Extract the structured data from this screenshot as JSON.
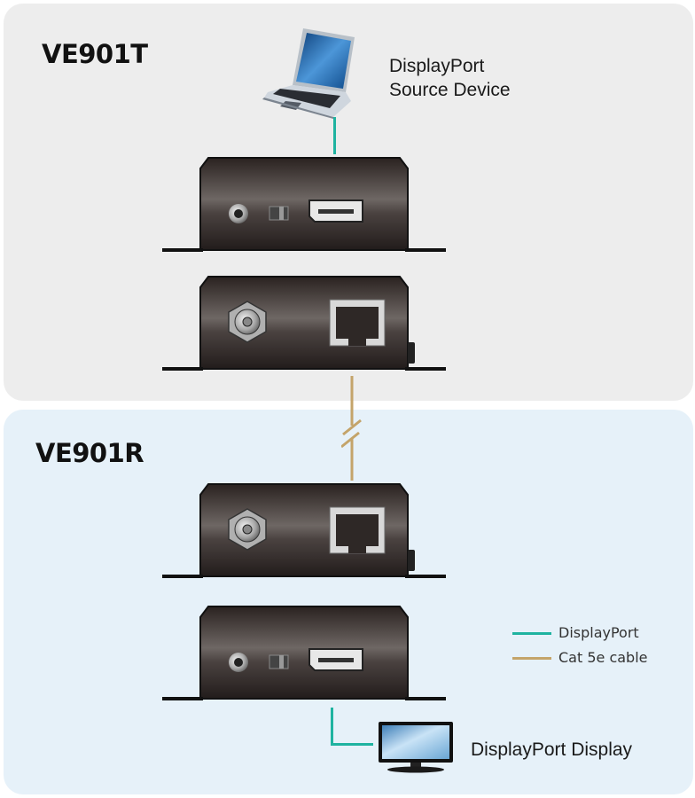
{
  "transmitter": {
    "model": "VE901T",
    "source_label_line1": "DisplayPort",
    "source_label_line2": "Source Device",
    "source_device_icon": "laptop-icon",
    "units": [
      {
        "name": "front-panel",
        "ports": [
          "power-jack",
          "mode-switch",
          "displayport-port"
        ]
      },
      {
        "name": "rear-panel",
        "ports": [
          "dc-power-connector",
          "rj45-port",
          "grounding-screw"
        ]
      }
    ]
  },
  "receiver": {
    "model": "VE901R",
    "display_label": "DisplayPort Display",
    "display_icon": "monitor-icon",
    "units": [
      {
        "name": "rear-panel",
        "ports": [
          "dc-power-connector",
          "rj45-port",
          "grounding-screw"
        ]
      },
      {
        "name": "front-panel",
        "ports": [
          "power-jack",
          "mode-switch",
          "displayport-port"
        ]
      }
    ]
  },
  "legend": {
    "items": [
      {
        "label": "DisplayPort",
        "color": "#1fb3a0"
      },
      {
        "label": "Cat 5e cable",
        "color": "#c4a46a"
      }
    ]
  },
  "colors": {
    "tx_panel": "#ededed",
    "rx_panel": "#e6f1f9",
    "displayport_cable": "#1fb3a0",
    "cat5e_cable": "#c4a46a"
  }
}
